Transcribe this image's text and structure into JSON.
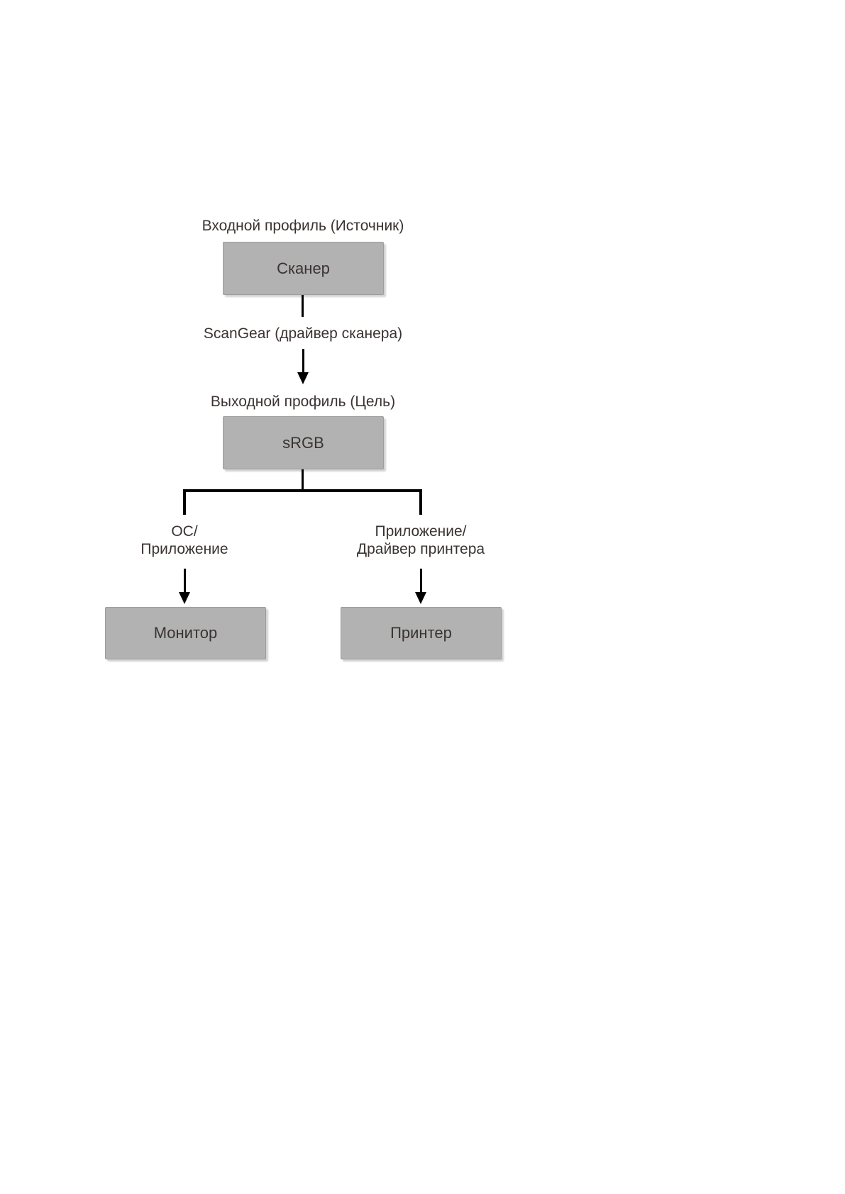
{
  "colors": {
    "page_background": "#ffffff",
    "box_fill": "#b2b2b2",
    "box_border": "#9d9d9d",
    "text": "#3a3331",
    "line": "#000000"
  },
  "diagram": {
    "titles": {
      "input_profile": "Входной профиль (Источник)",
      "output_profile": "Выходной профиль (Цель)"
    },
    "boxes": {
      "scanner": "Сканер",
      "srgb": "sRGB",
      "monitor": "Монитор",
      "printer": "Принтер"
    },
    "labels": {
      "scangear": "ScanGear (драйвер сканера)",
      "monitor_branch_line1": "ОС/",
      "monitor_branch_line2": "Приложение",
      "printer_branch_line1": "Приложение/",
      "printer_branch_line2": "Драйвер принтера"
    }
  }
}
